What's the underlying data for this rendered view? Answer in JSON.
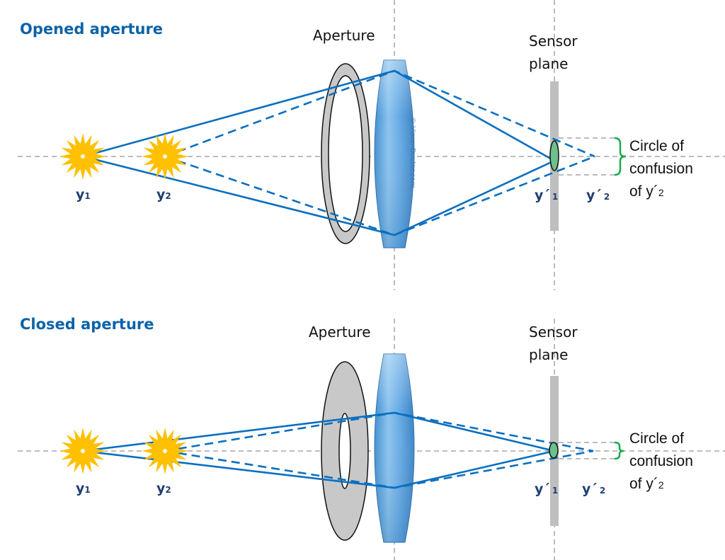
{
  "panels": [
    {
      "id": "opened",
      "title": "Opened aperture",
      "aperture_label": "Aperture",
      "sensor_label_line1": "Sensor",
      "sensor_label_line2": "plane",
      "object1_label": "y",
      "object1_sub": "1",
      "object2_label": "y",
      "object2_sub": "2",
      "image1_label": "y´",
      "image1_sub": "1",
      "image2_label": "y´",
      "image2_sub": "2",
      "coc_line1": "Circle of",
      "coc_line2": "confusion",
      "coc_line3": "of y´",
      "coc_line3_sub": "2",
      "aperture_state": "opened"
    },
    {
      "id": "closed",
      "title": "Closed aperture",
      "aperture_label": "Aperture",
      "sensor_label_line1": "Sensor",
      "sensor_label_line2": "plane",
      "object1_label": "y",
      "object1_sub": "1",
      "object2_label": "y",
      "object2_sub": "2",
      "image1_label": "y´",
      "image1_sub": "1",
      "image2_label": "y´",
      "image2_sub": "2",
      "coc_line1": "Circle of",
      "coc_line2": "confusion",
      "coc_line3": "of y´",
      "coc_line3_sub": "2",
      "aperture_state": "closed"
    }
  ],
  "watermark": "© Vison-Doctor.com",
  "colors": {
    "title": "#0b63a8",
    "ray": "#0b6fc0",
    "axis": "#a6a6a6",
    "aperture": "#c8c8c8",
    "lens": "#5ba3dc",
    "sensor": "#bfbfbf",
    "star": "#ffc000",
    "brace": "#1aaa4a",
    "coc_spot": "#6cc08a",
    "label_dark": "#1f3f70"
  }
}
